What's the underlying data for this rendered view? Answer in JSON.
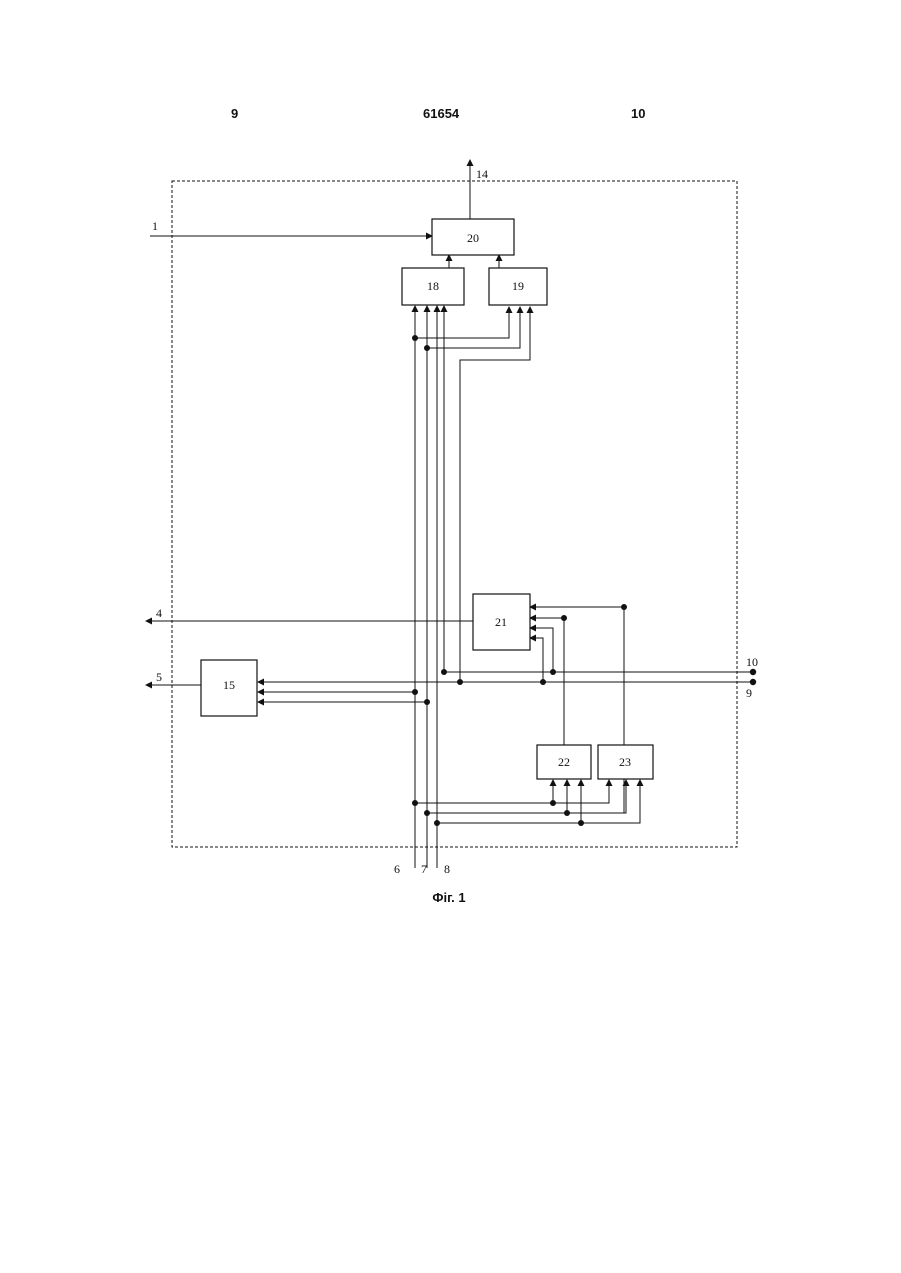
{
  "header": {
    "left_page": "9",
    "patent_number": "61654",
    "right_page": "10"
  },
  "blocks": {
    "b20": "20",
    "b18": "18",
    "b19": "19",
    "b21": "21",
    "b15": "15",
    "b22": "22",
    "b23": "23"
  },
  "terminals": {
    "t1": "1",
    "t14": "14",
    "t4": "4",
    "t5": "5",
    "t10": "10",
    "t9": "9",
    "t6": "6",
    "t7": "7",
    "t8": "8"
  },
  "caption": "Фіг. 1"
}
